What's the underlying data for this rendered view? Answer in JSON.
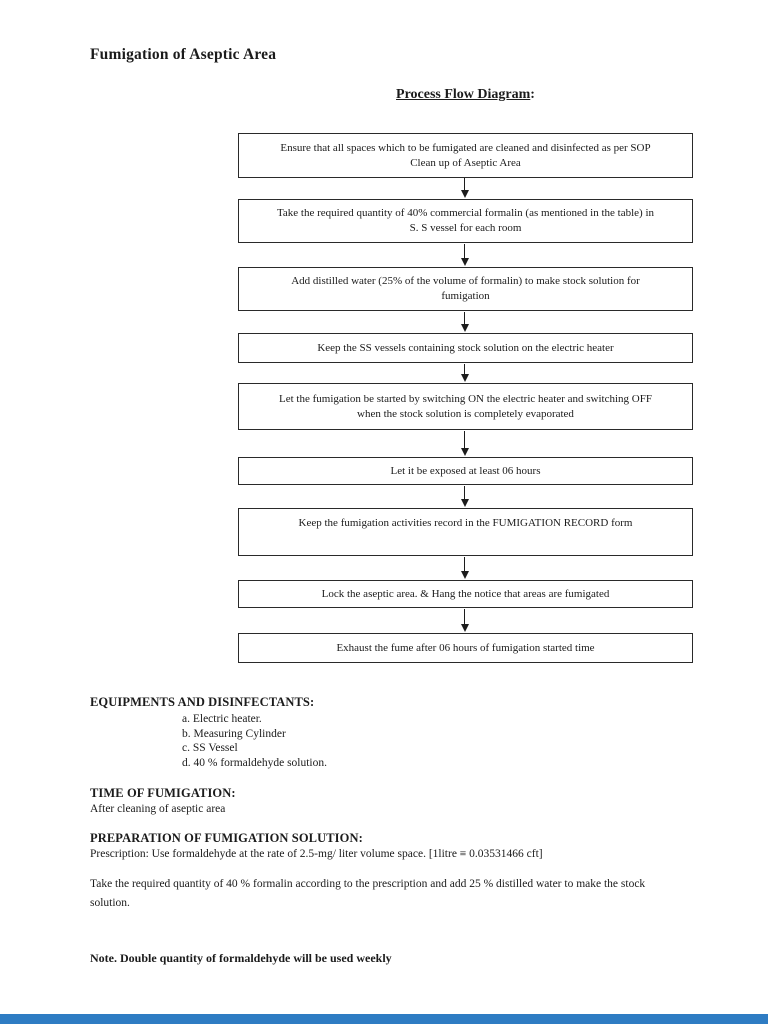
{
  "page": {
    "title": "Fumigation of Aseptic Area",
    "diagram_heading": "Process Flow Diagram",
    "colon": ":"
  },
  "flow": {
    "steps": [
      "Ensure that all spaces which to be fumigated are cleaned and disinfected as per SOP\nClean up of Aseptic Area",
      "Take the required quantity of 40% commercial formalin (as mentioned in the table) in\nS. S vessel for each room",
      "Add distilled water (25% of the volume of formalin) to make stock solution for\nfumigation",
      "Keep the SS vessels containing stock solution on the electric heater",
      "Let the fumigation be started by switching ON the electric heater and switching OFF\nwhen the stock solution is completely evaporated",
      "Let it be exposed at least 06 hours",
      "Keep the fumigation activities record in the FUMIGATION RECORD form",
      "Lock the aseptic area. & Hang the notice that areas are fumigated",
      "Exhaust the fume after 06 hours of fumigation started time"
    ]
  },
  "sections": {
    "equipment": {
      "heading": "EQUIPMENTS AND DISINFECTANTS:",
      "items": [
        "a. Electric heater.",
        "b. Measuring Cylinder",
        "c. SS Vessel",
        "d. 40 % formaldehyde solution."
      ]
    },
    "time_of_fumigation": {
      "heading": "TIME OF FUMIGATION:",
      "body": "After cleaning of aseptic area"
    },
    "preparation": {
      "heading": "PREPARATION OF FUMIGATION SOLUTION:",
      "prescription": "Prescription:  Use formaldehyde at the rate of 2.5-mg/ liter volume space. [1litre ≡ 0.03531466 cft]",
      "body": "Take the required quantity of 40 % formalin according to the prescription and add 25 % distilled water to make the stock\nsolution."
    },
    "note": "Note. Double quantity of formaldehyde will be used weekly"
  },
  "footer": {
    "bar_color": "#2e7cc3"
  }
}
